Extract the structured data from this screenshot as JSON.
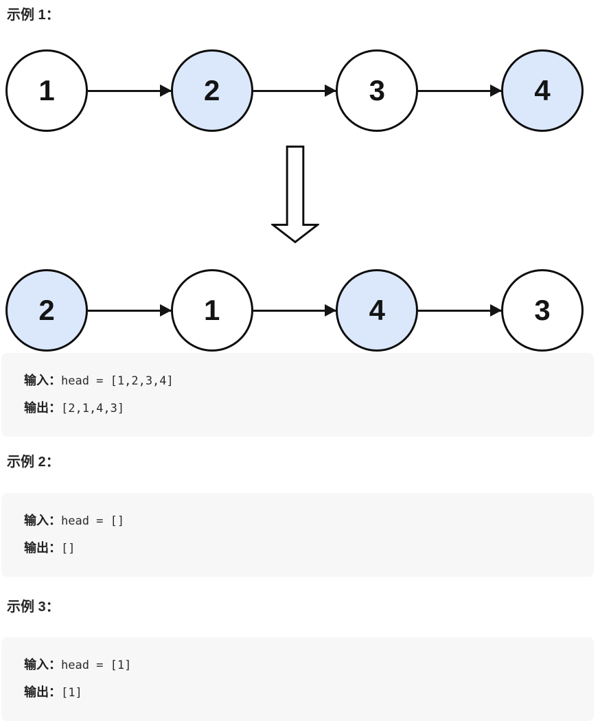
{
  "colors": {
    "node_fill_highlight": "#dbe8fc",
    "node_fill_plain": "#ffffff",
    "node_stroke": "#0d0d0d",
    "arrow_color": "#141414",
    "code_block_bg": "#f7f7f8",
    "heading_color": "#262626"
  },
  "icons": {
    "transform_arrow": "hollow-down-arrow"
  },
  "examples": [
    {
      "heading": "示例 1：",
      "diagram": {
        "before": [
          {
            "value": "1",
            "highlight": false
          },
          {
            "value": "2",
            "highlight": true
          },
          {
            "value": "3",
            "highlight": false
          },
          {
            "value": "4",
            "highlight": true
          }
        ],
        "after": [
          {
            "value": "2",
            "highlight": true
          },
          {
            "value": "1",
            "highlight": false
          },
          {
            "value": "4",
            "highlight": true
          },
          {
            "value": "3",
            "highlight": false
          }
        ]
      },
      "io": {
        "input_label": "输入：",
        "input_value": "head = [1,2,3,4]",
        "output_label": "输出：",
        "output_value": "[2,1,4,3]"
      }
    },
    {
      "heading": "示例 2：",
      "io": {
        "input_label": "输入：",
        "input_value": "head = []",
        "output_label": "输出：",
        "output_value": "[]"
      }
    },
    {
      "heading": "示例 3：",
      "io": {
        "input_label": "输入：",
        "input_value": "head = [1]",
        "output_label": "输出：",
        "output_value": "[1]"
      }
    }
  ]
}
